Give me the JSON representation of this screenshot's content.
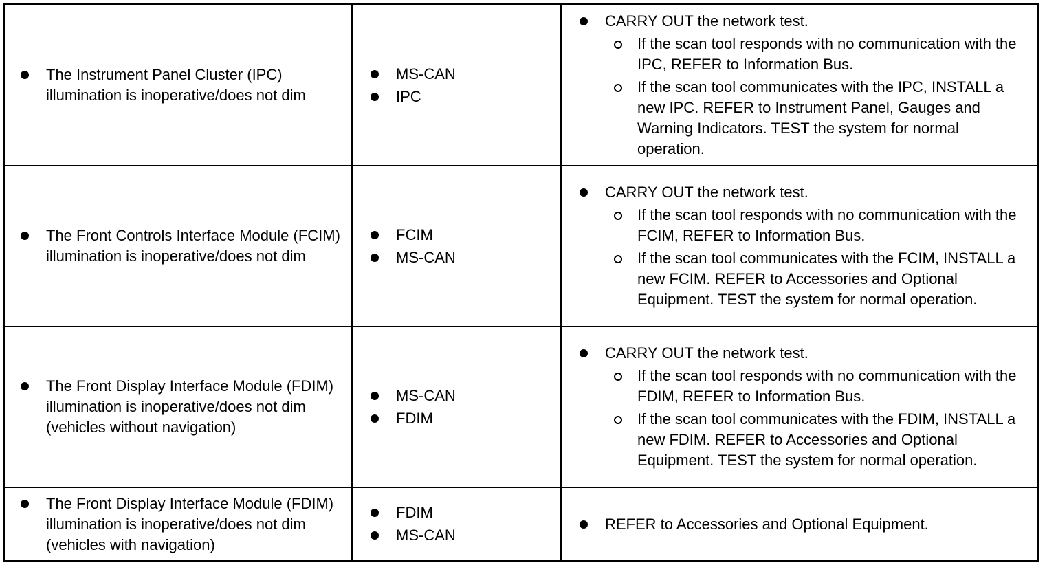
{
  "rows": [
    {
      "symptom": "The Instrument Panel Cluster (IPC) illumination is inoperative/does not dim",
      "causes": [
        "MS-CAN",
        "IPC"
      ],
      "action": "CARRY OUT the network test.",
      "sub": [
        "If the scan tool responds with no communication with the IPC, REFER to Information Bus.",
        "If the scan tool communicates with the IPC, INSTALL a new IPC. REFER to Instrument Panel, Gauges and Warning Indicators. TEST the system for normal operation."
      ]
    },
    {
      "symptom": "The Front Controls Interface Module (FCIM) illumination is inoperative/does not dim",
      "causes": [
        "FCIM",
        "MS-CAN"
      ],
      "action": "CARRY OUT the network test.",
      "sub": [
        "If the scan tool responds with no communication with the FCIM, REFER to Information Bus.",
        "If the scan tool communicates with the FCIM, INSTALL a new FCIM. REFER to Accessories and Optional Equipment. TEST the system for normal operation."
      ]
    },
    {
      "symptom": "The Front Display Interface Module (FDIM) illumination is inoperative/does not dim (vehicles without navigation)",
      "causes": [
        "MS-CAN",
        "FDIM"
      ],
      "action": "CARRY OUT the network test.",
      "sub": [
        "If the scan tool responds with no communication with the FDIM, REFER to Information Bus.",
        "If the scan tool communicates with the FDIM, INSTALL a new FDIM. REFER to Accessories and Optional Equipment. TEST the system for normal operation."
      ]
    },
    {
      "symptom": "The Front Display Interface Module (FDIM) illumination is inoperative/does not dim (vehicles with navigation)",
      "causes": [
        "FDIM",
        "MS-CAN"
      ],
      "action": "REFER to Accessories and Optional Equipment.",
      "sub": []
    }
  ]
}
